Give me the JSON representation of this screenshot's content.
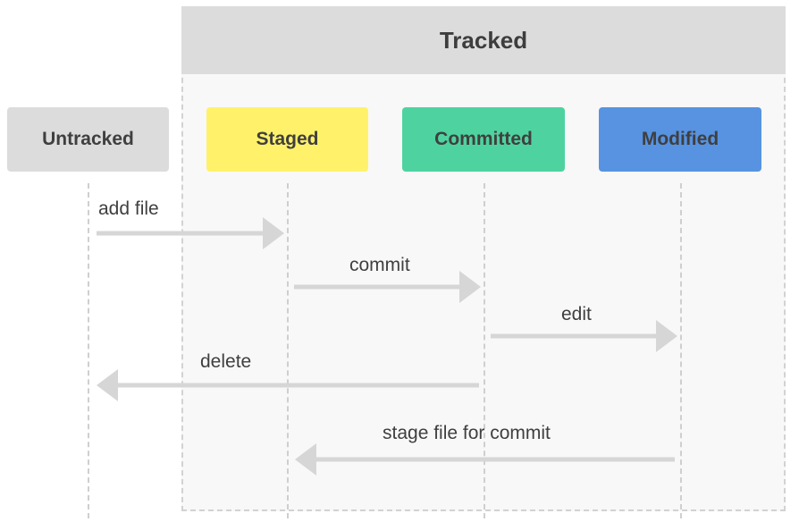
{
  "tracked": {
    "title": "Tracked"
  },
  "states": {
    "untracked": "Untracked",
    "staged": "Staged",
    "committed": "Committed",
    "modified": "Modified"
  },
  "transitions": [
    {
      "label": "add file",
      "from": "Untracked",
      "to": "Staged"
    },
    {
      "label": "commit",
      "from": "Staged",
      "to": "Committed"
    },
    {
      "label": "edit",
      "from": "Committed",
      "to": "Modified"
    },
    {
      "label": "delete",
      "from": "Committed",
      "to": "Untracked"
    },
    {
      "label": "stage file for commit",
      "from": "Modified",
      "to": "Staged"
    }
  ],
  "colors": {
    "untracked": "#dcdcdc",
    "staged": "#fff26a",
    "committed": "#4ed3a0",
    "modified": "#5793e1",
    "arrow": "#d6d6d6"
  }
}
